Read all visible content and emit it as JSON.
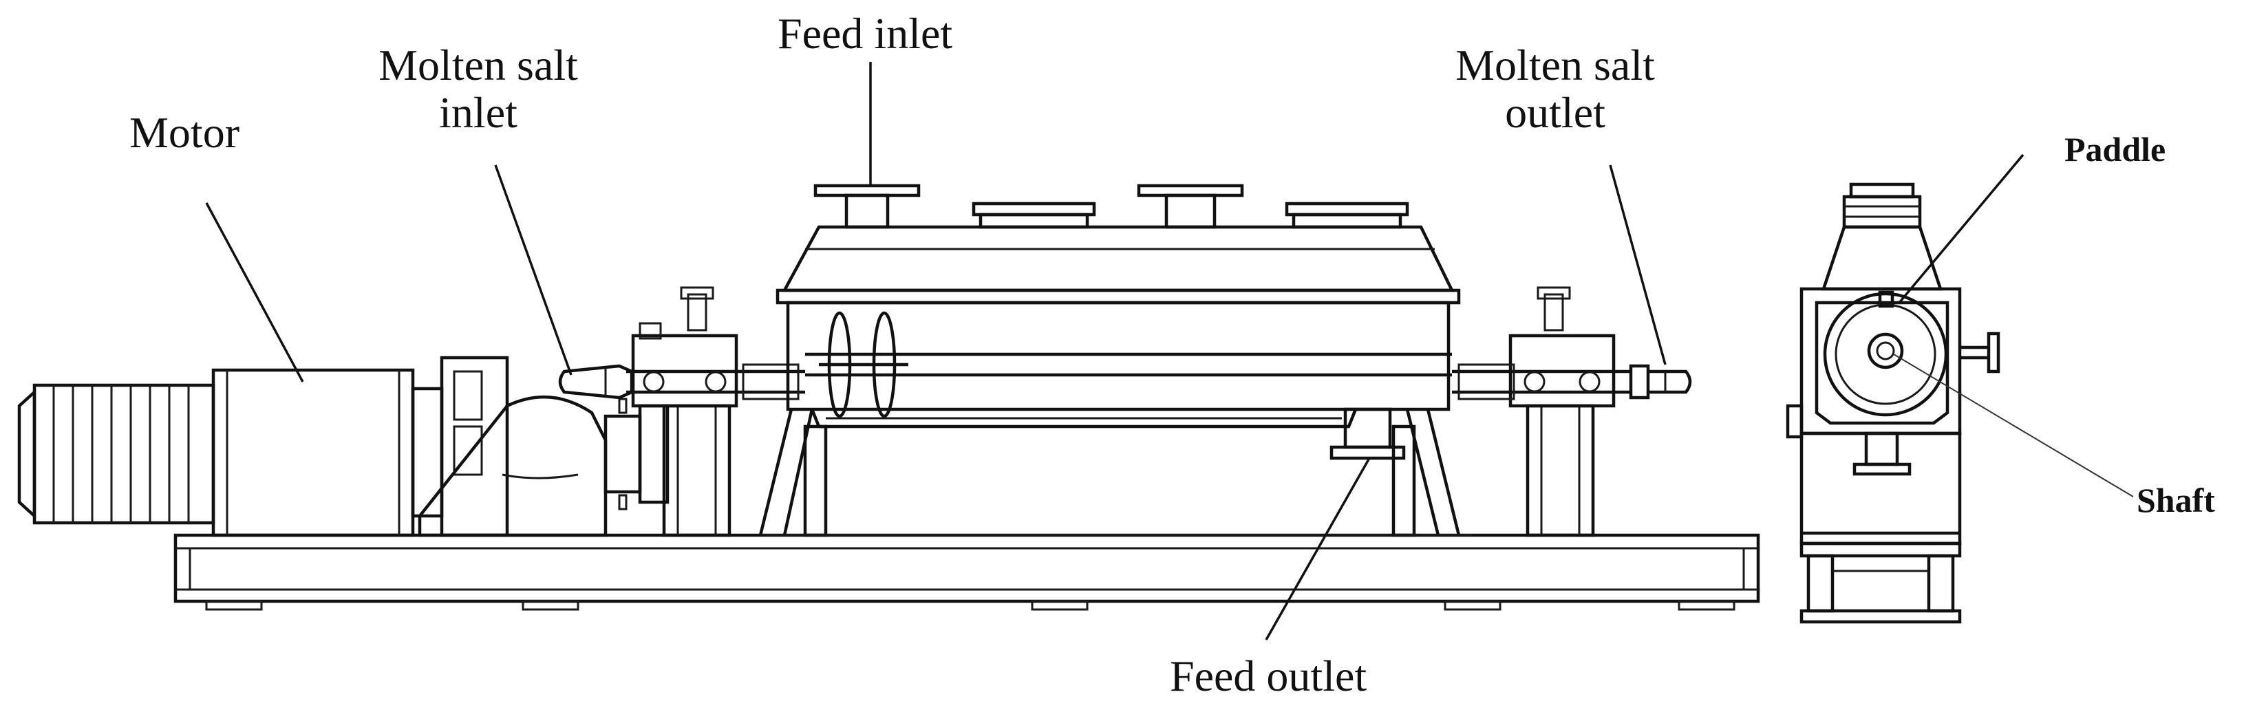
{
  "labels": {
    "motor": "Motor",
    "molten_salt_inlet_line1": "Molten salt",
    "molten_salt_inlet_line2": "inlet",
    "feed_inlet": "Feed inlet",
    "molten_salt_outlet_line1": "Molten salt",
    "molten_salt_outlet_line2": "outlet",
    "feed_outlet": "Feed outlet",
    "paddle": "Paddle",
    "shaft": "Shaft"
  },
  "colors": {
    "line": "#1a1a1a",
    "background": "#ffffff"
  }
}
